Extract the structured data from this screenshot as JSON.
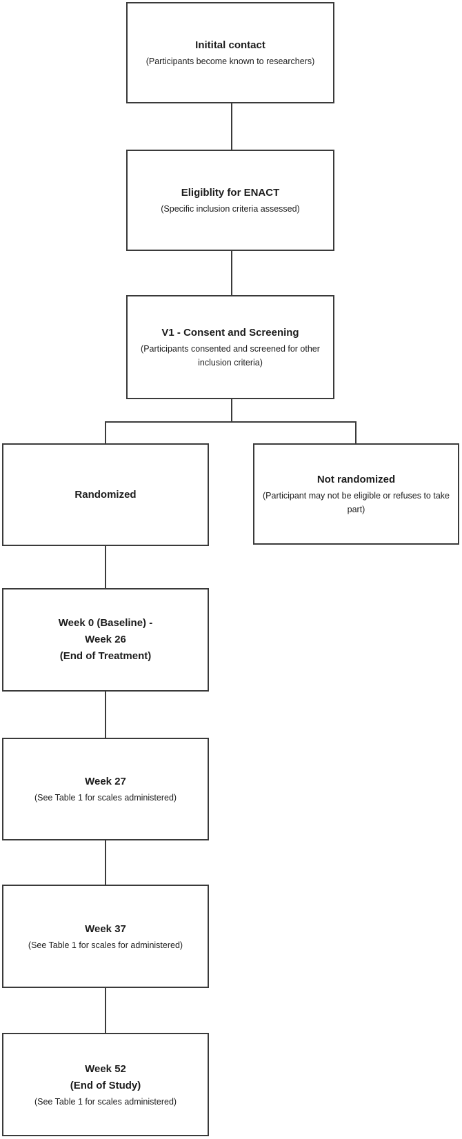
{
  "flowchart": {
    "colors": {
      "border": "#3a3a3a",
      "text": "#1c1c1c",
      "background": "#ffffff"
    },
    "boxes": [
      {
        "id": "initial-contact",
        "title": "Initital contact",
        "subtitle": "(Participants become known to researchers)"
      },
      {
        "id": "eligibility-enact",
        "title": "Eligiblity for ENACT",
        "subtitle": "(Specific inclusion criteria assessed)"
      },
      {
        "id": "v1-consent-screening",
        "title": "V1 - Consent and Screening",
        "subtitle": "(Participants consented and screened for other inclusion criteria)"
      },
      {
        "id": "randomized",
        "title": "Randomized"
      },
      {
        "id": "not-randomized",
        "title": "Not randomized",
        "subtitle": "(Participant may not be eligible or refuses to take part)"
      },
      {
        "id": "week0-week26",
        "lines": [
          "Week 0 (Baseline) -",
          "Week 26",
          "(End of Treatment)"
        ]
      },
      {
        "id": "week27",
        "title": "Week 27",
        "subtitle": "(See Table 1 for scales administered)"
      },
      {
        "id": "week37",
        "title": "Week 37",
        "subtitle": "(See Table 1 for scales for administered)"
      },
      {
        "id": "week52",
        "title": "Week 52",
        "title2": "(End of Study)",
        "subtitle": "(See Table 1 for scales administered)"
      }
    ]
  }
}
